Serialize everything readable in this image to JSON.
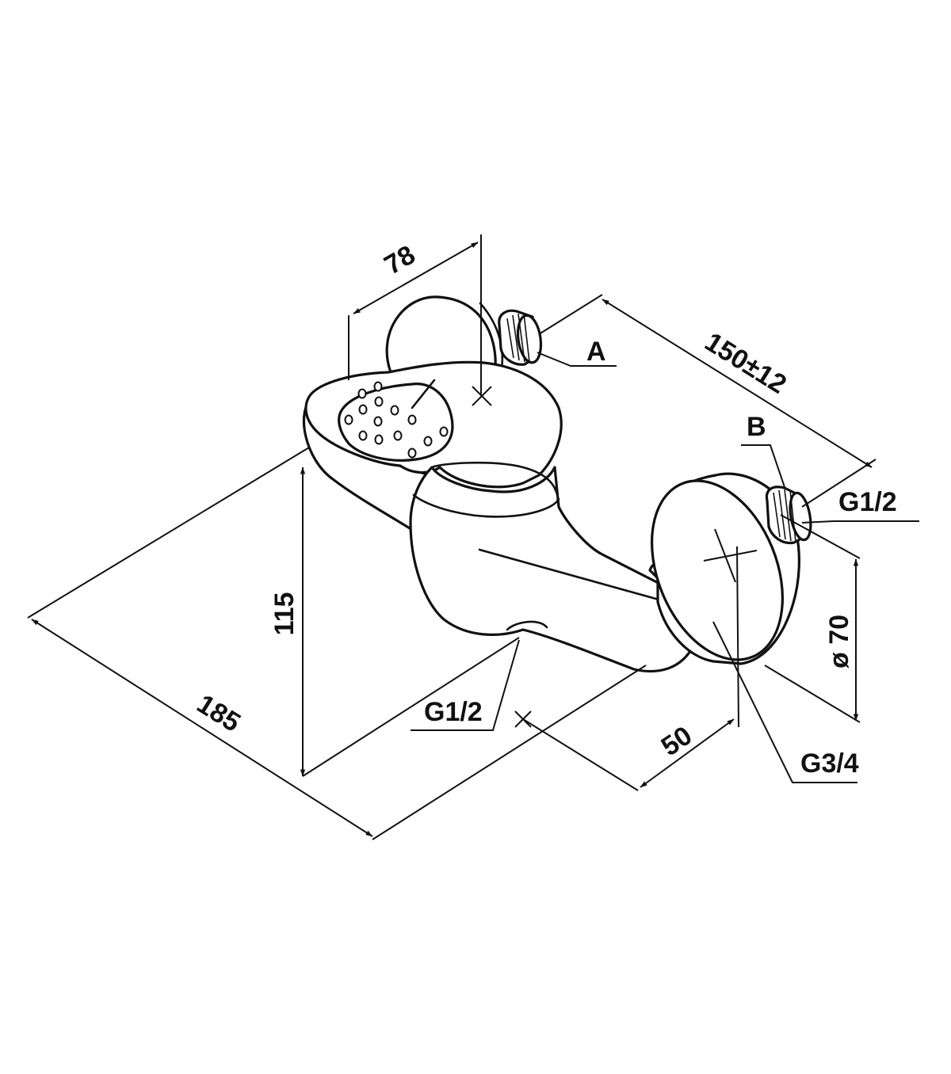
{
  "dimensions": {
    "top_width": "78",
    "wall_to_wall": "150±12",
    "length": "185",
    "height": "115",
    "outlet_offset": "50",
    "flange_diameter": "ø 70"
  },
  "callouts": {
    "a": "A",
    "b": "B",
    "inlet_thread": "G1/2",
    "outlet_thread": "G1/2",
    "shower_thread": "G3/4"
  },
  "colors": {
    "line": "#111111",
    "background": "#ffffff"
  }
}
